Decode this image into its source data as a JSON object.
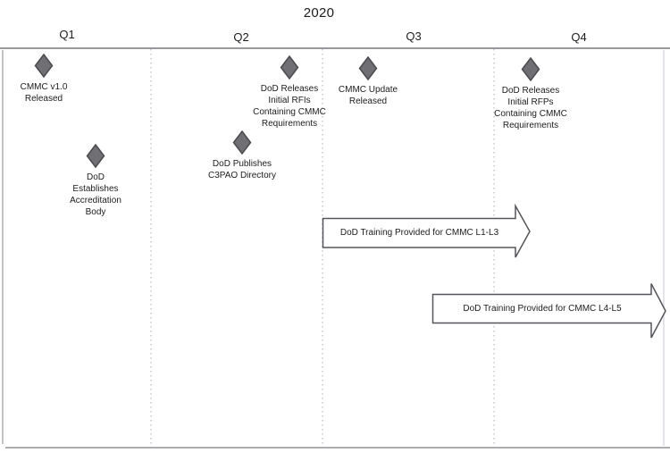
{
  "title": "2020",
  "quarters": [
    {
      "label": "Q1"
    },
    {
      "label": "Q2"
    },
    {
      "label": "Q3"
    },
    {
      "label": "Q4"
    }
  ],
  "milestones": [
    {
      "quarter": "Q1",
      "label": "CMMC v1.0\nReleased"
    },
    {
      "quarter": "Q1",
      "label": "DoD\nEstablishes\nAccreditation\nBody"
    },
    {
      "quarter": "Q2",
      "label": "DoD Releases\nInitial RFIs\nContaining CMMC\nRequirements"
    },
    {
      "quarter": "Q2",
      "label": "DoD Publishes\nC3PAO Directory"
    },
    {
      "quarter": "Q3",
      "label": "CMMC Update\nReleased"
    },
    {
      "quarter": "Q4",
      "label": "DoD Releases\nInitial RFPs\nContaining CMMC\nRequirements"
    }
  ],
  "training_arrows": [
    {
      "label": "DoD Training Provided for CMMC L1-L3"
    },
    {
      "label": "DoD Training Provided for CMMC L4-L5"
    }
  ],
  "colors": {
    "diamond_fill": "#6f6f74",
    "diamond_stroke": "#4a4a4f",
    "arrow_stroke": "#55555a",
    "arrow_fill": "#ffffff"
  }
}
